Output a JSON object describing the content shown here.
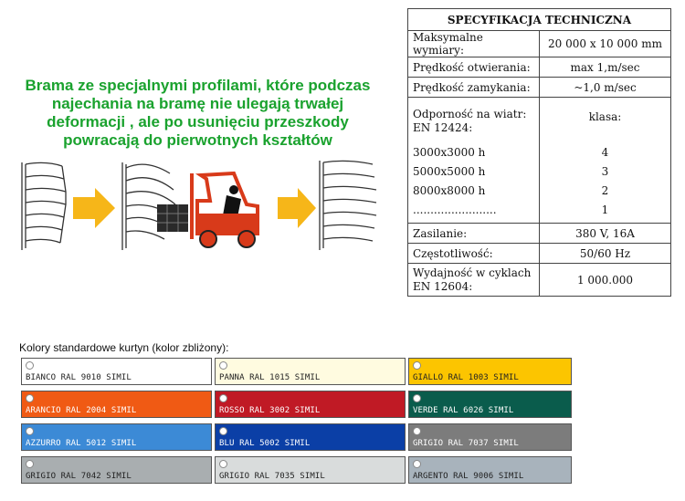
{
  "description": "Brama ze specjalnymi  profilami, które podczas najechania na bramę  nie ulegają trwałej deformacji ,  ale po usunięciu przeszkody powracają do pierwotnych kształtów",
  "spec": {
    "title": "SPECYFIKACJA TECHNICZNA",
    "max_dim_label": "Maksymalne wymiary:",
    "max_dim_value": "20 000 x 10 000 mm",
    "open_speed_label": "Prędkość otwierania:",
    "open_speed_value": "max 1,m/sec",
    "close_speed_label": "Prędkość zamykania:",
    "close_speed_value": "~1,0 m/sec",
    "wind_label": "Odporność na wiatr: EN 12424:",
    "wind_class_label": "klasa:",
    "wind_rows": [
      {
        "size": "3000x3000 h",
        "class": "4"
      },
      {
        "size": "5000x5000 h",
        "class": "3"
      },
      {
        "size": "8000x8000 h",
        "class": "2"
      },
      {
        "size": "........................",
        "class": "1"
      }
    ],
    "power_label": "Zasilanie:",
    "power_value": "380 V,  16A",
    "freq_label": "Częstotliwość:",
    "freq_value": "50/60 Hz",
    "cycles_label": "Wydajność w cyklach EN 12604:",
    "cycles_value": "1 000.000"
  },
  "colors_title": "Kolory standardowe kurtyn  (kolor zbliżony):",
  "swatches": [
    {
      "label": "BIANCO RAL 9010 SIMIL",
      "bg": "#ffffff",
      "fg": "#222222"
    },
    {
      "label": "PANNA RAL 1015 SIMIL",
      "bg": "#fffbe0",
      "fg": "#222222"
    },
    {
      "label": "GIALLO RAL 1003 SIMIL",
      "bg": "#fcc500",
      "fg": "#222222"
    },
    {
      "label": "ARANCIO RAL 2004 SIMIL",
      "bg": "#f05a14",
      "fg": "#ffffff"
    },
    {
      "label": "ROSSO RAL 3002 SIMIL",
      "bg": "#c01a25",
      "fg": "#ffffff"
    },
    {
      "label": "VERDE RAL 6026 SIMIL",
      "bg": "#0a5c4c",
      "fg": "#ffffff"
    },
    {
      "label": "AZZURRO RAL 5012 SIMIL",
      "bg": "#3c8ad6",
      "fg": "#ffffff"
    },
    {
      "label": "BLU RAL 5002 SIMIL",
      "bg": "#0b3fa6",
      "fg": "#ffffff"
    },
    {
      "label": "GRIGIO RAL 7037 SIMIL",
      "bg": "#7c7c7c",
      "fg": "#ffffff"
    },
    {
      "label": "GRIGIO RAL 7042 SIMIL",
      "bg": "#a9aeb0",
      "fg": "#222222"
    },
    {
      "label": "GRIGIO RAL 7035 SIMIL",
      "bg": "#d9dcdc",
      "fg": "#222222"
    },
    {
      "label": "ARGENTO RAL 9006 SIMIL",
      "bg": "#a8b3bc",
      "fg": "#222222"
    }
  ],
  "colors": {
    "green_text": "#1aa22e",
    "arrow": "#f6b619",
    "forklift": "#d83a1a"
  }
}
